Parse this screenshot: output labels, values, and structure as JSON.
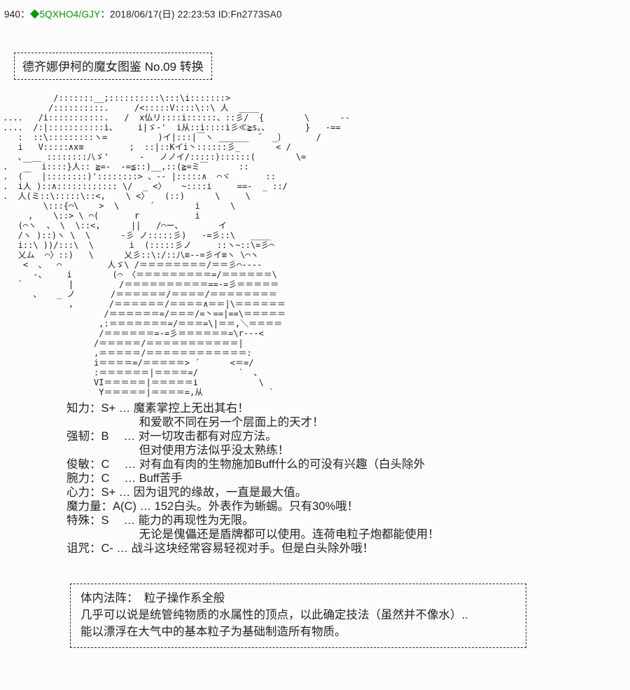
{
  "colors": {
    "tripcode_green": "#009900",
    "text": "#222222",
    "background": "#fcfcfc",
    "border": "#2a2a2a"
  },
  "header": {
    "number": "940：",
    "tripcode": "◆5QXHO4/GJY",
    "rest": "：2018/06/17(日) 22:23:53 ID:Fn2773SA0"
  },
  "title": {
    "text": "德齐娜伊柯的魔女图鉴 No.09 转换"
  },
  "aa": {
    "lines": [
      "          /:::::::__;::::::::::\\:::\\i:::::::>",
      "         /::::::::::.     /<:::::V::::\\::\\ 人  ____",
      "....   /i:::::::::::.   /  x仏リ::::i::::::、::彡/  {        \\      --",
      "....  /:|:::::::::::i、    i|ゞ-'  i从::i::::i彡≪≧s。、       }   -==",
      "   :  ::\\:::::::::ヽ=          )イ|:::|￣ヽ ______  ゛ _〕      /",
      "   i   V:::::∧x≡         ;  ::|::Kイi丶::::::彡_       < /",
      "   、 __ ::::::::八ゞ'      -   ノノイ/:::::)::::::(        \\=",
      ".   ￣  i::::}人:: ≧=-  -=≦::)__,::(≧=ミ￣      ::",
      ".  (￣  |::::::::)'::::::::> 、-- |:::::∧  ⌒ヾ       ::",
      ".  i人 )::∧:::::::::::: \\/  _ <〉   ~::::i     ==-  _ ::/",
      ".  人(ミ::\\:::::\\::<,    \\ <〉   (::)      \\     \\",
      "        \\:::{⌒\\    >  \\      ´        i      \\",
      "     ,    \\::> \\ ⌒(       r           i",
      "   (⌒ヽ  、 \\  \\::<,      ||   /⌒ー、       イ",
      "   /ヽ )::)ヽ \\  \\      ‐彡 ノ:::::彡)   -=彡::\\   ____",
      "   i::\\ ))/:::\\  \\       i  (:::::彡ノ     ::ヽ~::\\=彡⌒",
      "   乂ム  ⌒〉::)   \\      乂彡::\\:/::八≡--=彡イ≡ヽ \\⌒ヽ",
      "    <  、  ⌒         人ゞ\\ /＝＝＝＝＝＝＝＝/＝＝彡⌒----",
      "      -、    i        (⌒ 〈＝＝＝＝＝＝＝＝＝=/＝＝＝＝＝＝\\",
      "   `         |         /＝＝＝＝＝＝＝＝＝＝==-=彡＝＝＝＝＝",
      "      、   _ ノ       /＝＝＝＝＝＝/＝＝＝＝/＝＝＝＝＝＝＝＝",
      "             ,       /＝＝＝＝＝＝/＝＝＝＝∧＝＝|\\＝＝＝＝＝＝",
      "                    /＝＝＝＝＝＝=/＝＝＝/=丶==|==\\＝＝＝＝＝",
      "                   ,:＝＝＝＝＝＝＝=/＝＝＝=\\|＝＝,＼＝＝＝＝",
      "                   /＝＝＝＝＝＝=-=彡＝＝＝＝＝＝=\\r---<",
      "                  /＝＝＝＝＝/＝＝＝＝＝＝＝＝＝＝＝|",
      "                  ,＝＝＝＝＝/＝＝＝＝＝＝＝＝＝＝＝＝:",
      "                  i＝＝＝＝=/＝＝＝＝＝> ´      <＝=/",
      "                  :＝＝＝＝＝＝|＝＝＝＝=/        `  、",
      "                  VI＝＝＝＝＝|＝＝＝＝＝i            \\",
      "                   Y＝＝＝＝＝|＝＝＝＝=,从             `",
      ""
    ]
  },
  "stats": {
    "lines": [
      "知力：S+ … 魔素掌控上无出其右！",
      "　　　　　　 和爱歌不同在另一个层面上的天才！",
      "强韧：B　 … 对一切攻击都有对应方法。",
      "　　　　　　 但对使用方法似乎没太熟练！",
      "俊敏：C　 … 对有血有肉的生物施加Buff什么的可没有兴趣（白头除外",
      "腕力：C　 … Buff苦手",
      "心力：S+ … 因为诅咒的缘故，一直是最大值。",
      "魔力量：A(C) … 152白头。外表作为蜥蜴。只有30%哦！",
      "特殊：S　 … 能力的再现性为无限。",
      "　　　　　　 无论是傀儡还是盾牌都可以使用。连荷电粒子炮都能使用！",
      "诅咒：C- … 战斗这块经常容易轻视对手。但是白头除外哦！"
    ]
  },
  "info_box": {
    "lines": [
      "体内法阵：　粒子操作系全般",
      "几乎可以说是统管纯物质的水属性的顶点，以此确定技法（虽然并不像水）..",
      "能以漂浮在大气中的基本粒子为基础制造所有物质。"
    ]
  }
}
